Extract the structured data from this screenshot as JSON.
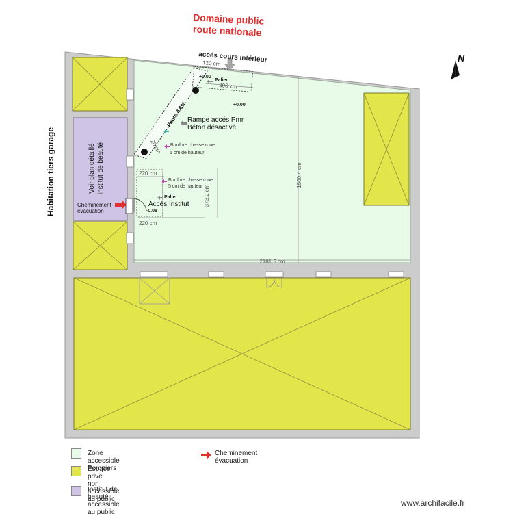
{
  "header": {
    "line1": "Domaine public",
    "line2": "route nationale",
    "color": "#e03030"
  },
  "north": {
    "label": "N"
  },
  "labels": {
    "side_label": "Habitation tiers garage",
    "access_court": "accés cours intérieur",
    "dim_120": "120 cm",
    "dim_396": "396 cm",
    "palier_top": "Palier",
    "level_top": "+0.00",
    "level_mid": "+0.00",
    "ramp_title": "Rampe accés Pmr",
    "ramp_sub": "Béton désactivé",
    "slope": "Pente 4.6%",
    "dim_20": "20 cm",
    "dim_220_a": "220 cm",
    "dim_220_b": "220 cm",
    "curb1_line1": "Bordure chasse roue",
    "curb1_line2": "5 cm de hauteur",
    "curb2_line1": "Bordure chasse roue",
    "curb2_line2": "5 cm de hauteur",
    "dim_373": "373.2 cm",
    "dim_1500": "1500.4 cm",
    "dim_2181": "2181.5 cm",
    "palier_bottom": "Palier",
    "access_institut": "Accès Institut",
    "level_low": "-0.08",
    "evac_line1": "Cheminement",
    "evac_line2": "évacuation",
    "institut_line1": "Voir plan détaillé",
    "institut_line2": "institut de beauté"
  },
  "legend": [
    {
      "lines": [
        "Zone accessible Pompiers"
      ],
      "color": "#e8fbe8"
    },
    {
      "lines": [
        "Espace privé",
        "non accessible au public"
      ],
      "color": "#e3e64a"
    },
    {
      "lines": [
        "Institut de beauté",
        "accessible au public"
      ],
      "color": "#cfc4e6"
    }
  ],
  "legend_evac": {
    "lines": [
      "Cheminement",
      "évacuation"
    ]
  },
  "colors": {
    "wall": "#cccccc",
    "pompiers": "#e8fbe8",
    "private": "#e3e64a",
    "institut": "#cfc4e6",
    "arrow_red": "#e03030",
    "arrow_teal": "#3aa9a0",
    "arrow_pink": "#c040b0"
  },
  "watermark": "www.archifacile.fr"
}
